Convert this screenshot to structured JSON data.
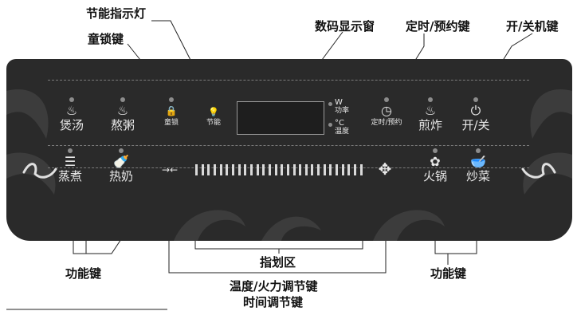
{
  "callouts": {
    "eco_indicator": "节能指示灯",
    "child_lock_key": "童锁键",
    "digital_display": "数码显示窗",
    "timer_key": "定时/预约键",
    "power_key": "开/关机键",
    "function_keys_left": "功能键",
    "slide_area": "指划区",
    "function_keys_right": "功能键",
    "adjust_key_line1": "温度/火力调节键",
    "adjust_key_line2": "时间调节键"
  },
  "top_keys": [
    {
      "symbol": "♨",
      "label": "煲汤"
    },
    {
      "symbol": "♨",
      "label": "熬粥"
    },
    {
      "symbol": "🔒",
      "label": "童锁"
    },
    {
      "symbol": "💡",
      "label": "节能"
    }
  ],
  "display_units": {
    "watt": "W",
    "watt_label": "功率",
    "temp": "°C",
    "temp_label": "温度"
  },
  "right_top_keys": [
    {
      "symbol": "◷",
      "label": "定时/预约"
    },
    {
      "symbol": "♨",
      "label": "煎炸"
    },
    {
      "symbol": "⏻",
      "label": "开/关"
    }
  ],
  "bottom_keys": [
    {
      "symbol": "☰",
      "label": "蒸煮"
    },
    {
      "symbol": "🍼",
      "label": "热奶"
    },
    {
      "symbol": "✿",
      "label": "火锅"
    },
    {
      "symbol": "🥣",
      "label": "炒菜"
    }
  ],
  "slider": {
    "minus_symbol": "→←",
    "plus_symbol": "✥"
  }
}
